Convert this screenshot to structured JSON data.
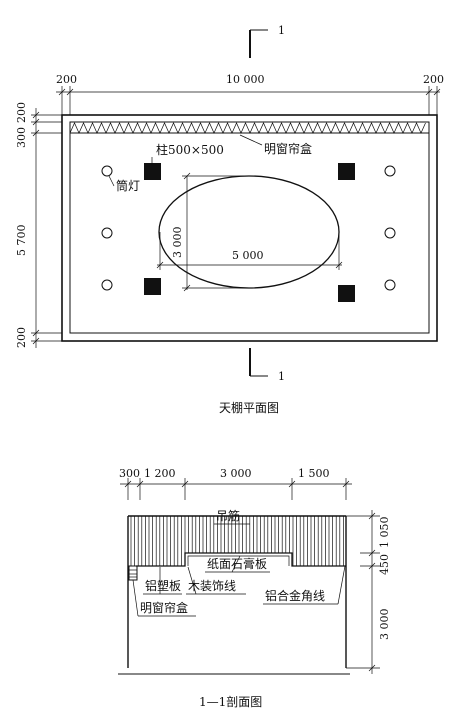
{
  "plan": {
    "title": "天棚平面图",
    "section_mark": "1",
    "dims": {
      "left_margin": "200",
      "width": "10 000",
      "right_margin": "200",
      "top_200": "200",
      "top_300": "300",
      "height": "5 700",
      "bottom_200": "200",
      "ellipse_height": "3 000",
      "ellipse_width": "5 000"
    },
    "labels": {
      "column": "柱500×500",
      "curtain_box": "明窗帘盒",
      "downlight": "筒灯"
    }
  },
  "section": {
    "title": "1—1剖面图",
    "dims": {
      "w300": "300",
      "w1200": "1 200",
      "w3000": "3 000",
      "w1500": "1 500",
      "h1050": "1 050",
      "h450": "450",
      "h3000": "3 000"
    },
    "labels": {
      "hanger": "吊筋",
      "gypsum": "纸面石膏板",
      "aluminum_plastic": "铝塑板",
      "wood_trim": "木装饰线",
      "aluminum_angle": "铝合金角线",
      "curtain_box": "明窗帘盒"
    }
  }
}
